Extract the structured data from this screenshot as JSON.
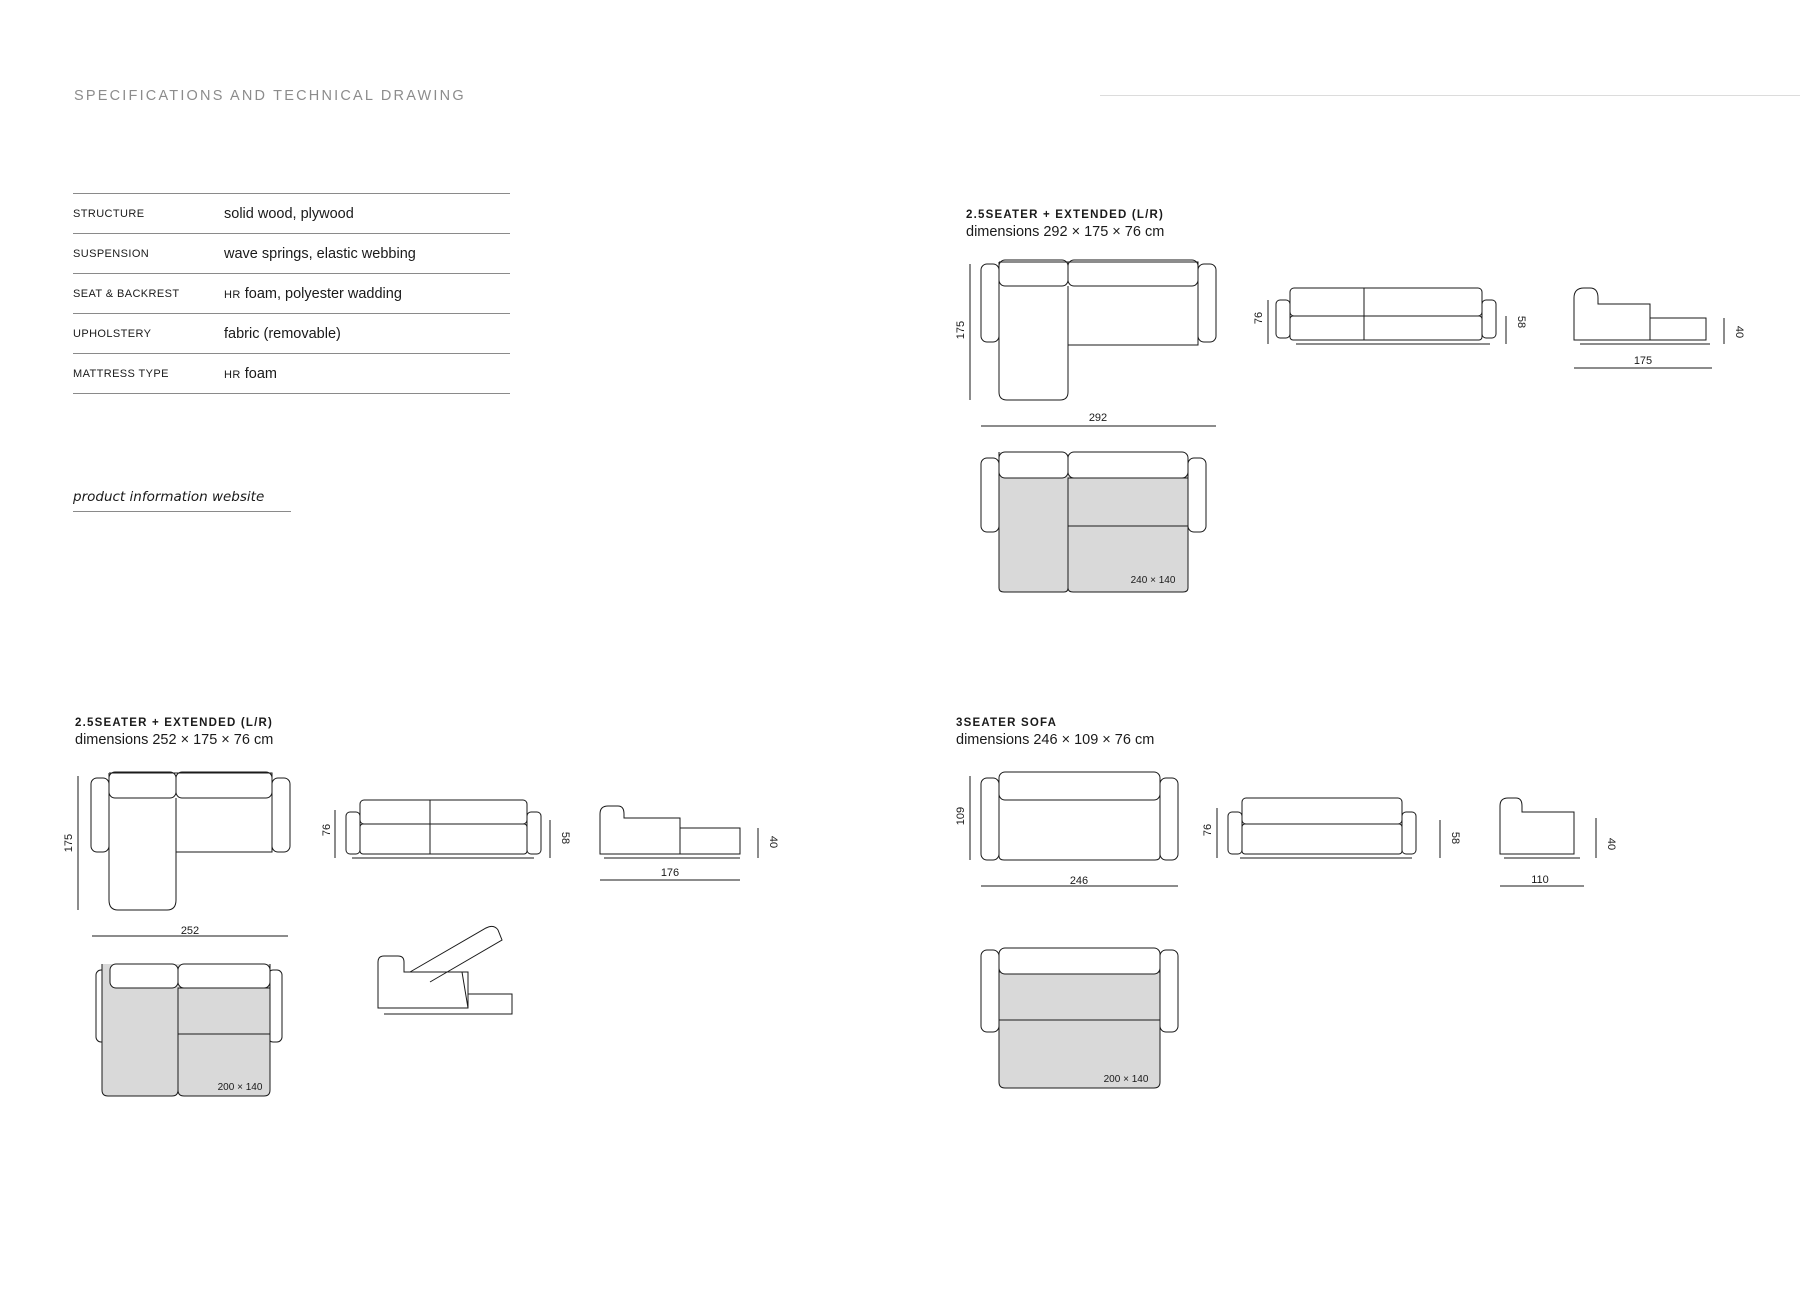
{
  "page": {
    "title": "SPECIFICATIONS AND TECHNICAL DRAWING"
  },
  "specs": [
    {
      "label": "STRUCTURE",
      "value": "solid wood, plywood"
    },
    {
      "label": "SUSPENSION",
      "value": "wave springs, elastic webbing"
    },
    {
      "label": "SEAT & BACKREST",
      "value_prefix": "HR",
      "value": " foam, polyester wadding"
    },
    {
      "label": "UPHOLSTERY",
      "value": "fabric (removable)"
    },
    {
      "label": "MATTRESS TYPE",
      "value_prefix": "HR",
      "value": " foam"
    }
  ],
  "website_link": "product information website",
  "models": [
    {
      "name": "2.5SEATER + EXTENDED (L/R)",
      "dimensions": "dimensions 292 × 175 × 76 cm",
      "plan_width": "292",
      "plan_depth": "175",
      "front_height": "76",
      "front_seat_height": "58",
      "side_depth": "175",
      "side_seat_height": "40",
      "bed_size": "240 × 140"
    },
    {
      "name": "2.5SEATER + EXTENDED (L/R)",
      "dimensions": "dimensions 252 × 175 × 76 cm",
      "plan_width": "252",
      "plan_depth": "175",
      "front_height": "76",
      "front_seat_height": "58",
      "side_depth": "176",
      "side_seat_height": "40",
      "bed_size": "200 × 140"
    },
    {
      "name": "3SEATER SOFA",
      "dimensions": "dimensions 246 × 109 × 76 cm",
      "plan_width": "246",
      "plan_depth": "109",
      "front_height": "76",
      "front_seat_height": "58",
      "side_depth": "110",
      "side_seat_height": "40",
      "bed_size": "200 × 140"
    }
  ],
  "colors": {
    "line": "#1a1a1a",
    "fill_gray": "#d9d9d9",
    "muted": "#8c8c8c"
  }
}
